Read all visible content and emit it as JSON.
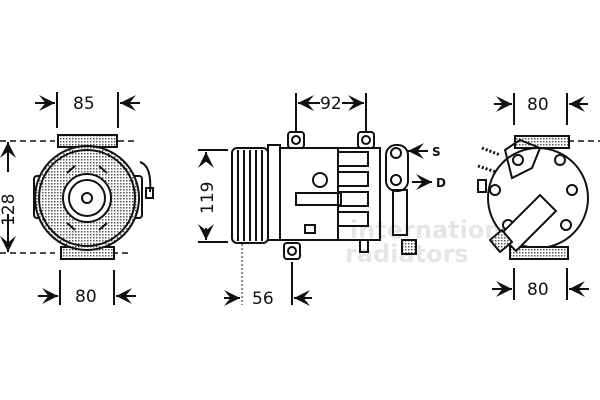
{
  "drawing": {
    "subject": "AC compressor technical drawing",
    "views": [
      {
        "name": "front-view",
        "dims": {
          "top_width": "85",
          "height": "128",
          "bottom_width": "80"
        }
      },
      {
        "name": "side-view",
        "dims": {
          "top_span": "92",
          "height": "119",
          "bottom_offset": "56"
        },
        "ports": {
          "suction": "S",
          "discharge": "D"
        }
      },
      {
        "name": "rear-view",
        "dims": {
          "top_width": "80",
          "bottom_width": "80"
        }
      }
    ],
    "watermark": {
      "line1": "international",
      "line2": "radiators"
    }
  }
}
